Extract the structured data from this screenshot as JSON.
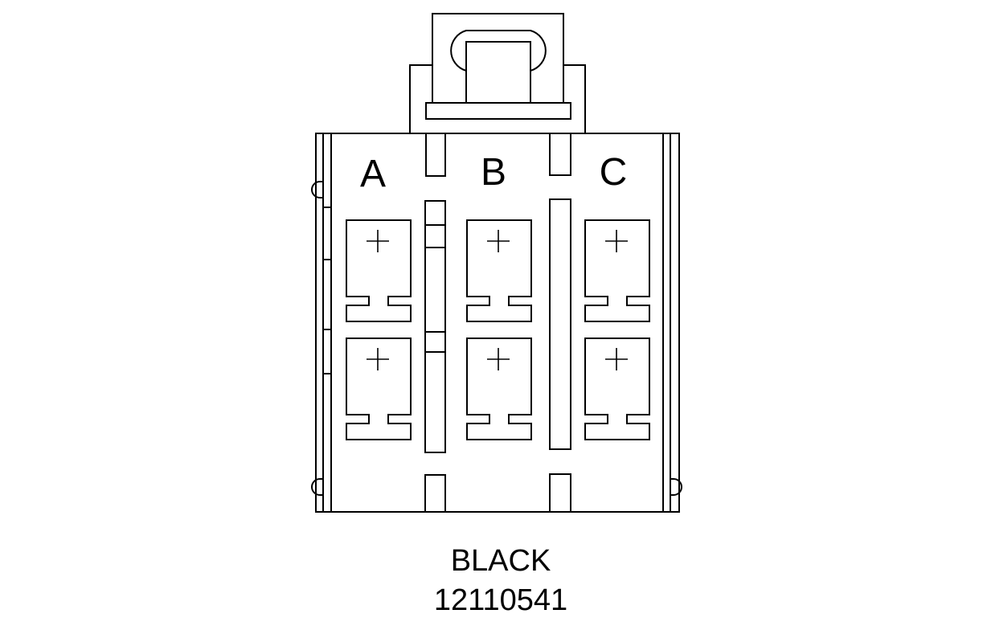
{
  "connector": {
    "cavities": [
      {
        "label": "A"
      },
      {
        "label": "B"
      },
      {
        "label": "C"
      }
    ],
    "color": "BLACK",
    "part_number": "12110541"
  }
}
